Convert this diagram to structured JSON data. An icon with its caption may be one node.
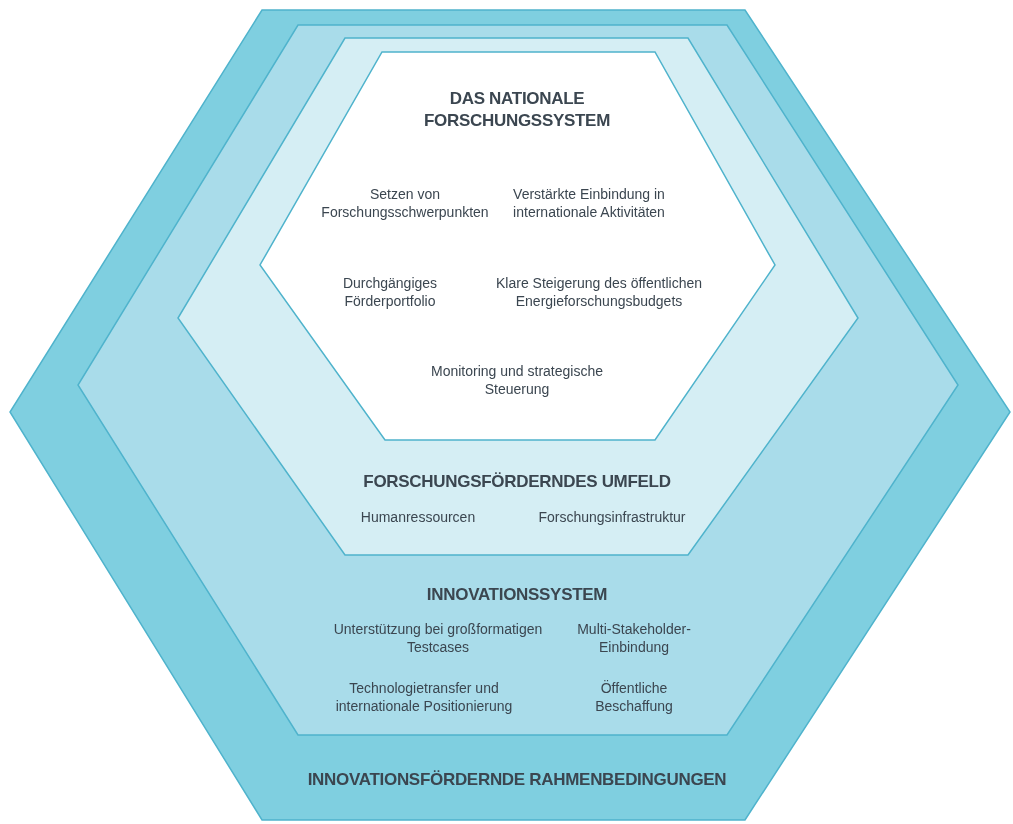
{
  "diagram": {
    "nodes": [
      {
        "text": [
          "INNOVATIONSFÖRDERNDE RAHMENBEDINGUNGEN"
        ]
      },
      {
        "text": [
          "INNOVATIONSSYSTEM",
          "Unterstützung bei großformatigen Testcases",
          "Multi-Stakeholder-Einbindung",
          "Technologietransfer und internationale Positionierung",
          "Öffentliche Beschaffung"
        ],
        "in": 0
      },
      {
        "text": [
          "FORSCHUNGSFÖRDERNDES UMFELD",
          "Humanressourcen",
          "Forschungsinfrastruktur"
        ],
        "in": 1
      },
      {
        "text": [
          "DAS NATIONALE FORSCHUNGSSYSTEM",
          "Setzen von Forschungsschwerpunkten",
          "Verstärkte Einbindung in internationale Aktivitäten",
          "Durchgängiges Förderportfolio",
          "Klare Steigerung des öffentlichen Energieforschungsbudgets",
          "Monitoring und strategische Steuerung"
        ],
        "in": 2
      }
    ]
  }
}
